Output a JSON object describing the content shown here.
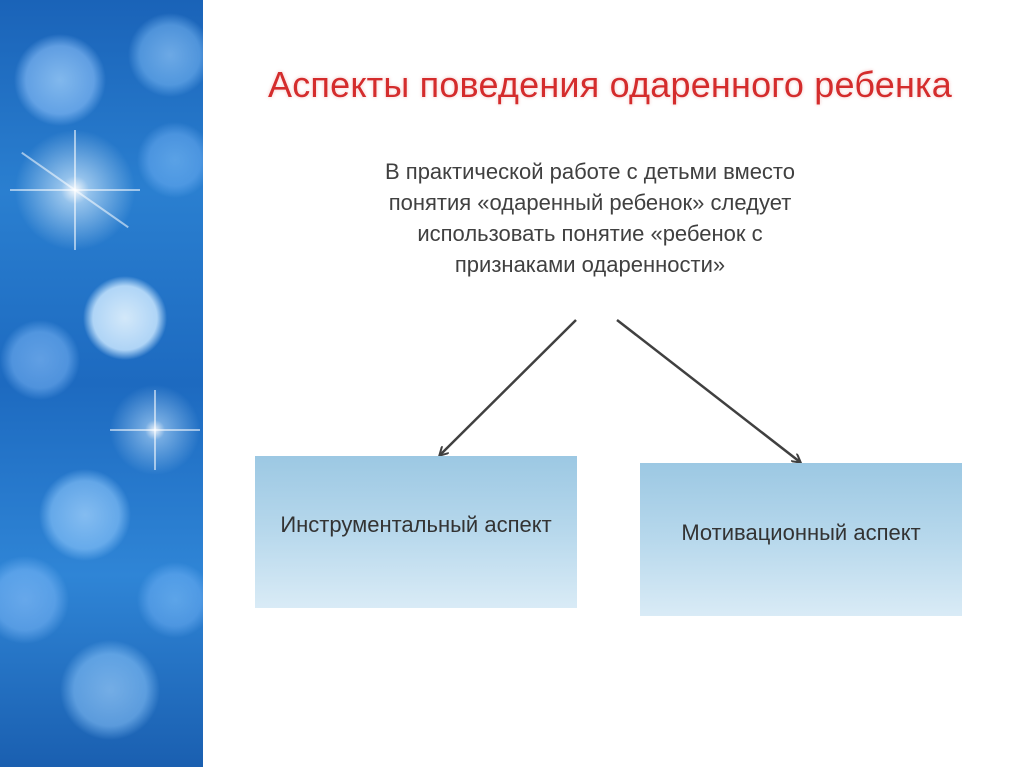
{
  "slide": {
    "title": "Аспекты поведения одаренного ребенка",
    "intro_text": "В практической работе с детьми вместо понятия «одаренный ребенок» следует использовать понятие «ребенок с признаками одаренности»",
    "aspects": [
      {
        "label": "Инструментальный аспект"
      },
      {
        "label": "Мотивационный аспект"
      }
    ]
  },
  "colors": {
    "title": "#d42c2c",
    "text": "#404040",
    "box_fill": "#b7d8ec",
    "arrow": "#404040",
    "side_panel": "#1d6ac0"
  }
}
